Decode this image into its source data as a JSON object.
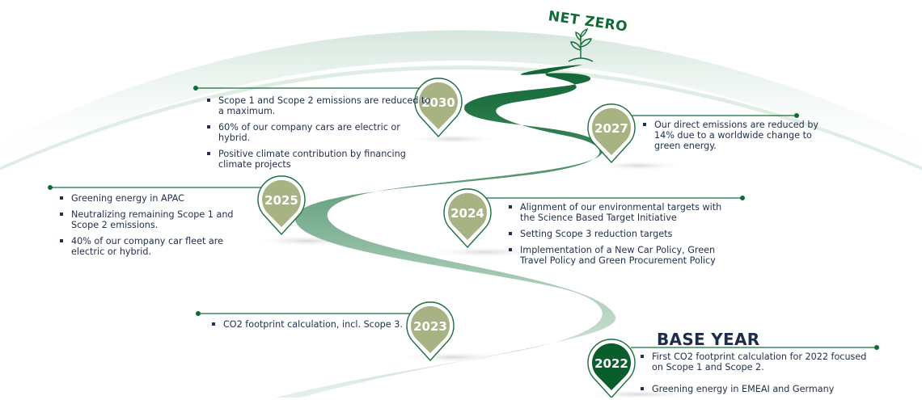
{
  "title": "NET ZERO",
  "base_year_label": "BASE YEAR",
  "colors": {
    "dark_green": "#0f6b36",
    "pin_olive": "#a8b384",
    "pin_base": "#0a5e2c",
    "road_light": "#b9d6c5",
    "road_dark": "#1b6e3e",
    "text": "#22304d"
  },
  "milestones": [
    {
      "year": "2030",
      "items": [
        "Scope 1 and Scope 2 emissions are reduced to a maximum.",
        "60% of our company cars are electric or hybrid.",
        "Positive climate contribution by financing climate projects"
      ]
    },
    {
      "year": "2027",
      "items": [
        "Our direct emissions are reduced by 14% due to a worldwide change to green energy."
      ]
    },
    {
      "year": "2025",
      "items": [
        "Greening energy in APAC",
        "Neutralizing remaining Scope 1 and Scope 2 emissions.",
        "40% of our company car fleet are electric or hybrid."
      ]
    },
    {
      "year": "2024",
      "items": [
        "Alignment of our environmental  targets with the Science Based Target Initiative",
        "Setting Scope 3 reduction targets",
        "Implementation of a New Car Policy, Green Travel Policy and Green Procurement Policy"
      ]
    },
    {
      "year": "2023",
      "items": [
        "CO2 footprint calculation, incl. Scope 3."
      ]
    },
    {
      "year": "2022",
      "items": [
        "First CO2 footprint calculation for 2022 focused on Scope 1 and Scope 2.",
        "Greening energy in EMEAI and Germany"
      ]
    }
  ]
}
